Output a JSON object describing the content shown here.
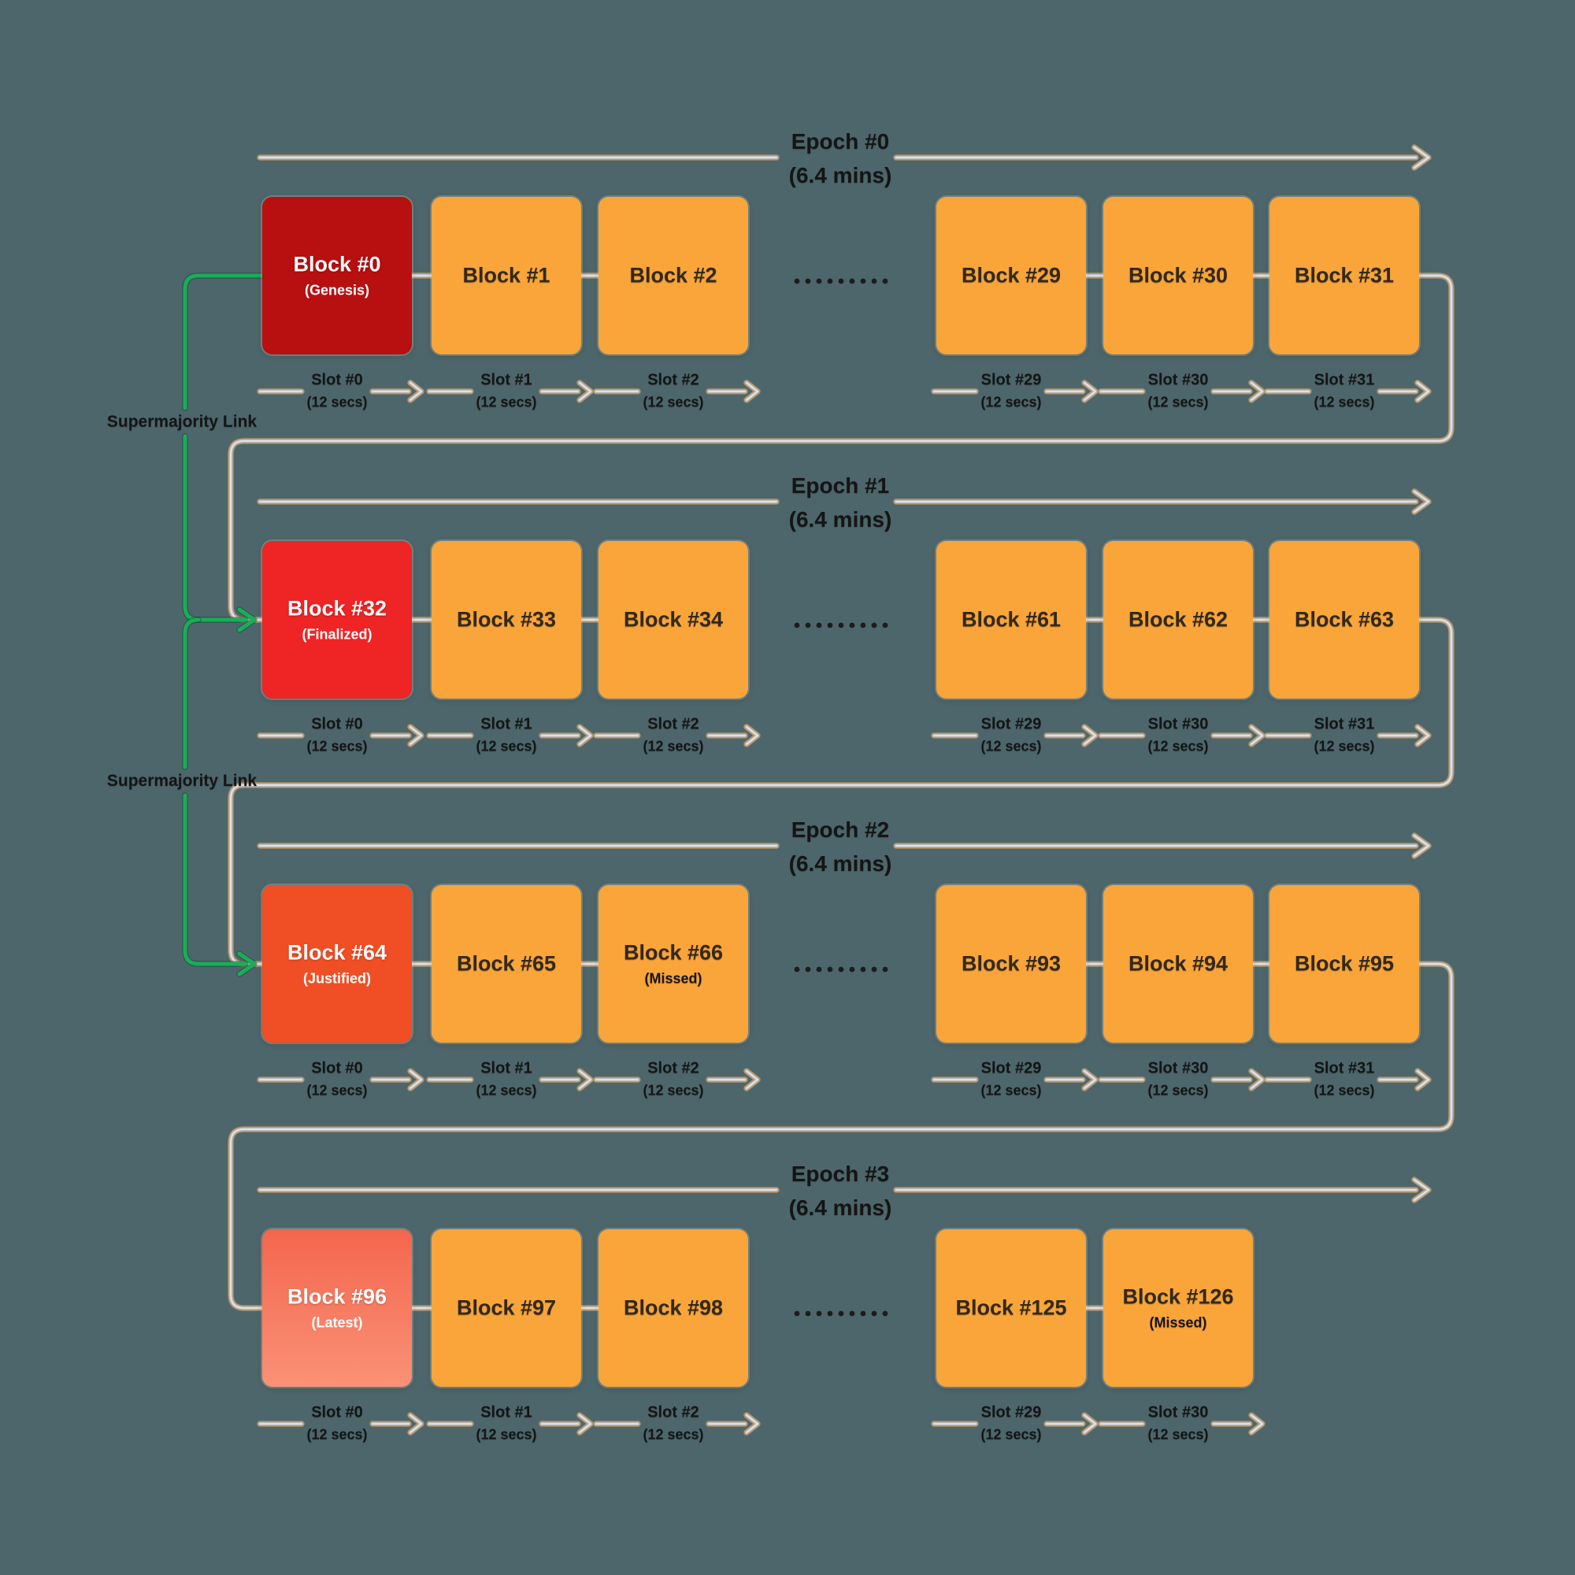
{
  "palette": {
    "background": "#4d666b",
    "block_orange": "#f9a53a",
    "block_genesis": "#b80f10",
    "block_finalized": "#ee2425",
    "block_justified": "#f04e24",
    "block_latest_top": "#f3664d",
    "block_latest_bottom": "#fa9176",
    "line_gray": "#bcbcbc",
    "line_gray_edge": "#c9995e",
    "line_gray_core": "#ebebeb",
    "link_green": "#18ae59",
    "link_green_shadow": "rgba(15,60,35,0.45)",
    "dot": "#1c1c1c",
    "text_black": "#151515",
    "block_text_dark": "#32291a",
    "text_white": "#ffffff"
  },
  "supermajority_links": [
    {
      "label": "Supermajority Link"
    },
    {
      "label": "Supermajority Link"
    }
  ],
  "epochs": [
    {
      "label": "Epoch #0",
      "duration": "(6.4 mins)",
      "ellipsis": true,
      "connector_to_next": true,
      "blocks": [
        {
          "col": 0,
          "title": "Block #0",
          "sub": "(Genesis)",
          "variant": "genesis"
        },
        {
          "col": 1,
          "title": "Block #1",
          "variant": "orange"
        },
        {
          "col": 2,
          "title": "Block #2",
          "variant": "orange"
        },
        {
          "col": 3,
          "title": "Block #29",
          "variant": "orange"
        },
        {
          "col": 4,
          "title": "Block #30",
          "variant": "orange"
        },
        {
          "col": 5,
          "title": "Block #31",
          "variant": "orange"
        }
      ],
      "slots": [
        {
          "col": 0,
          "label": "Slot #0",
          "duration": "(12 secs)"
        },
        {
          "col": 1,
          "label": "Slot #1",
          "duration": "(12 secs)"
        },
        {
          "col": 2,
          "label": "Slot #2",
          "duration": "(12 secs)"
        },
        {
          "col": 3,
          "label": "Slot #29",
          "duration": "(12 secs)"
        },
        {
          "col": 4,
          "label": "Slot #30",
          "duration": "(12 secs)"
        },
        {
          "col": 5,
          "label": "Slot #31",
          "duration": "(12 secs)"
        }
      ]
    },
    {
      "label": "Epoch #1",
      "duration": "(6.4 mins)",
      "ellipsis": true,
      "connector_to_next": true,
      "blocks": [
        {
          "col": 0,
          "title": "Block #32",
          "sub": "(Finalized)",
          "variant": "finalized"
        },
        {
          "col": 1,
          "title": "Block #33",
          "variant": "orange"
        },
        {
          "col": 2,
          "title": "Block #34",
          "variant": "orange"
        },
        {
          "col": 3,
          "title": "Block #61",
          "variant": "orange"
        },
        {
          "col": 4,
          "title": "Block #62",
          "variant": "orange"
        },
        {
          "col": 5,
          "title": "Block #63",
          "variant": "orange"
        }
      ],
      "slots": [
        {
          "col": 0,
          "label": "Slot #0",
          "duration": "(12 secs)"
        },
        {
          "col": 1,
          "label": "Slot #1",
          "duration": "(12 secs)"
        },
        {
          "col": 2,
          "label": "Slot #2",
          "duration": "(12 secs)"
        },
        {
          "col": 3,
          "label": "Slot #29",
          "duration": "(12 secs)"
        },
        {
          "col": 4,
          "label": "Slot #30",
          "duration": "(12 secs)"
        },
        {
          "col": 5,
          "label": "Slot #31",
          "duration": "(12 secs)"
        }
      ]
    },
    {
      "label": "Epoch #2",
      "duration": "(6.4 mins)",
      "ellipsis": true,
      "connector_to_next": true,
      "blocks": [
        {
          "col": 0,
          "title": "Block #64",
          "sub": "(Justified)",
          "variant": "justified"
        },
        {
          "col": 1,
          "title": "Block #65",
          "variant": "orange"
        },
        {
          "col": 2,
          "title": "Block #66",
          "sub": "(Missed)",
          "variant": "orange"
        },
        {
          "col": 3,
          "title": "Block #93",
          "variant": "orange"
        },
        {
          "col": 4,
          "title": "Block #94",
          "variant": "orange"
        },
        {
          "col": 5,
          "title": "Block #95",
          "variant": "orange"
        }
      ],
      "slots": [
        {
          "col": 0,
          "label": "Slot #0",
          "duration": "(12 secs)"
        },
        {
          "col": 1,
          "label": "Slot #1",
          "duration": "(12 secs)"
        },
        {
          "col": 2,
          "label": "Slot #2",
          "duration": "(12 secs)"
        },
        {
          "col": 3,
          "label": "Slot #29",
          "duration": "(12 secs)"
        },
        {
          "col": 4,
          "label": "Slot #30",
          "duration": "(12 secs)"
        },
        {
          "col": 5,
          "label": "Slot #31",
          "duration": "(12 secs)"
        }
      ]
    },
    {
      "label": "Epoch #3",
      "duration": "(6.4 mins)",
      "ellipsis": true,
      "connector_to_next": false,
      "blocks": [
        {
          "col": 0,
          "title": "Block #96",
          "sub": "(Latest)",
          "variant": "latest"
        },
        {
          "col": 1,
          "title": "Block #97",
          "variant": "orange"
        },
        {
          "col": 2,
          "title": "Block #98",
          "variant": "orange"
        },
        {
          "col": 3,
          "title": "Block #125",
          "variant": "orange"
        },
        {
          "col": 4,
          "title": "Block #126",
          "sub": "(Missed)",
          "variant": "orange"
        }
      ],
      "slots": [
        {
          "col": 0,
          "label": "Slot #0",
          "duration": "(12 secs)"
        },
        {
          "col": 1,
          "label": "Slot #1",
          "duration": "(12 secs)"
        },
        {
          "col": 2,
          "label": "Slot #2",
          "duration": "(12 secs)"
        },
        {
          "col": 3,
          "label": "Slot #29",
          "duration": "(12 secs)"
        },
        {
          "col": 4,
          "label": "Slot #30",
          "duration": "(12 secs)"
        }
      ]
    }
  ]
}
